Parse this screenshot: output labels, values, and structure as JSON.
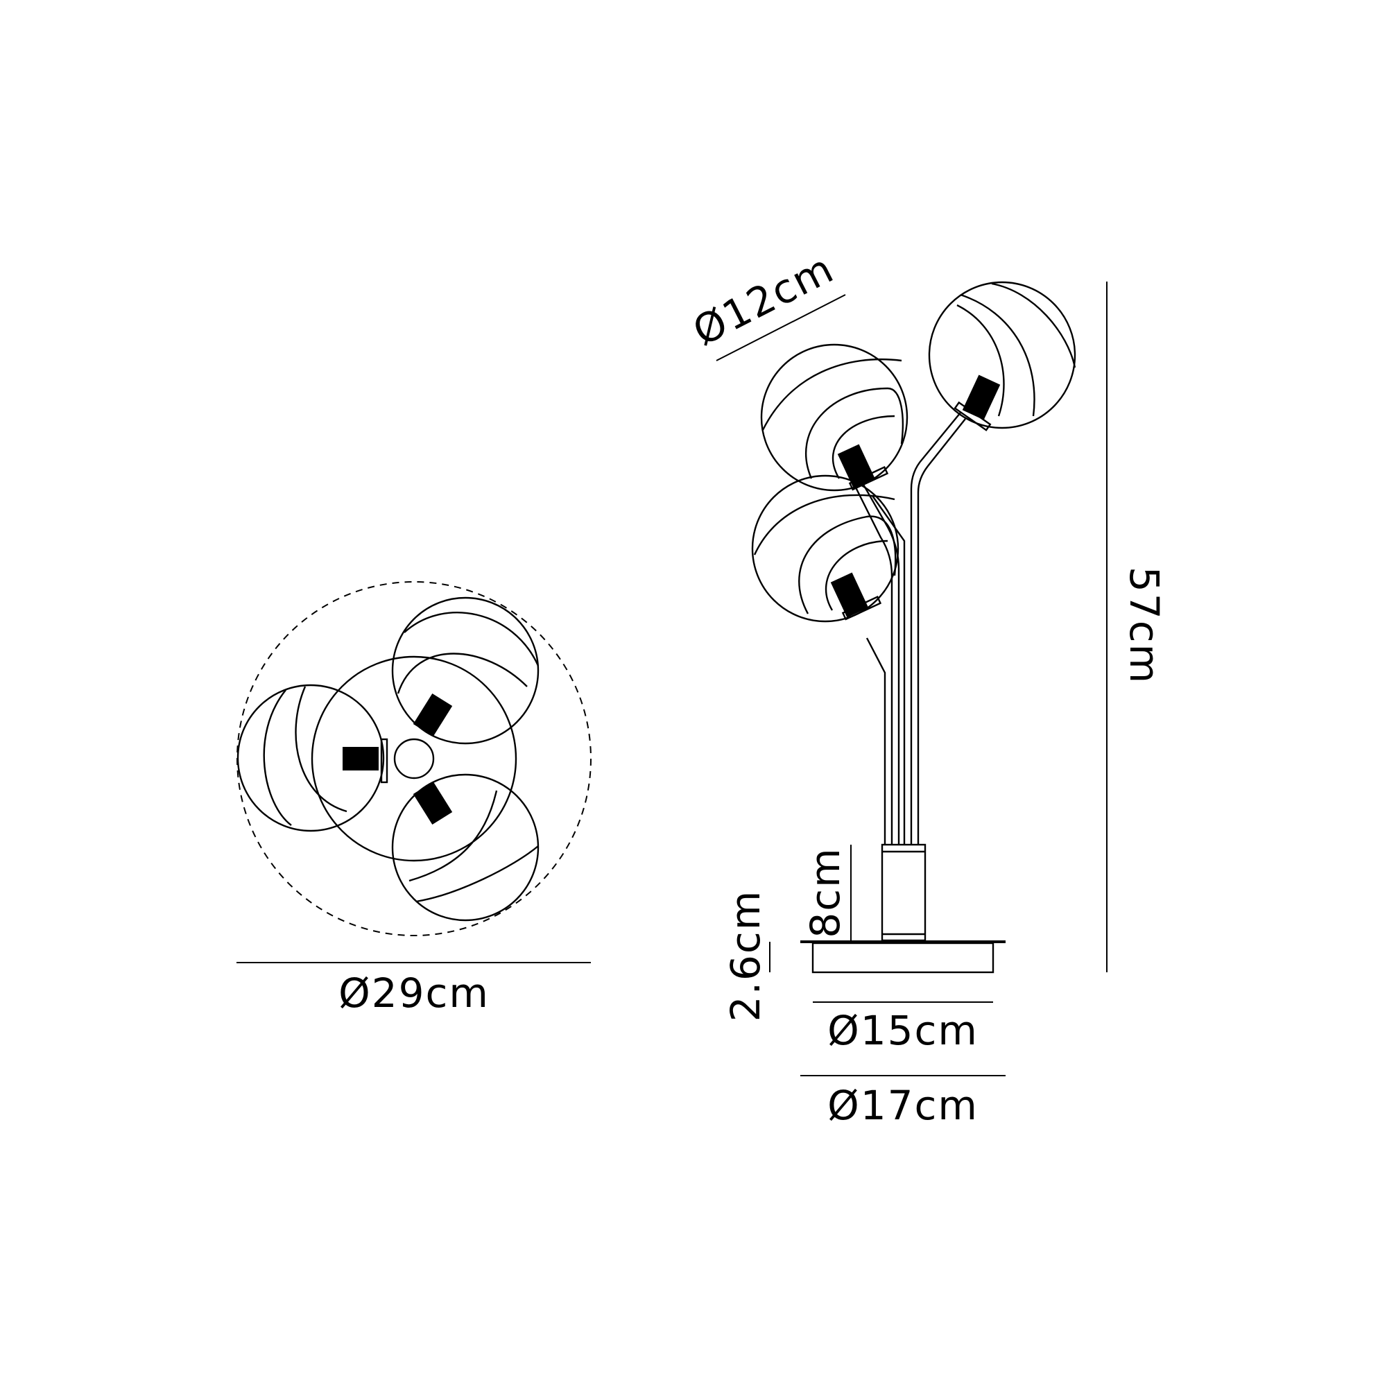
{
  "top_view": {
    "overall_diameter_label": "Ø29cm"
  },
  "side_view": {
    "globe_diameter_label": "Ø12cm",
    "height_label": "57cm",
    "column_height_label": "8cm",
    "base_thickness_label": "2.6cm",
    "base_inner_diameter_label": "Ø15cm",
    "base_outer_diameter_label": "Ø17cm"
  },
  "colors": {
    "line": "#000000",
    "background": "#ffffff"
  }
}
